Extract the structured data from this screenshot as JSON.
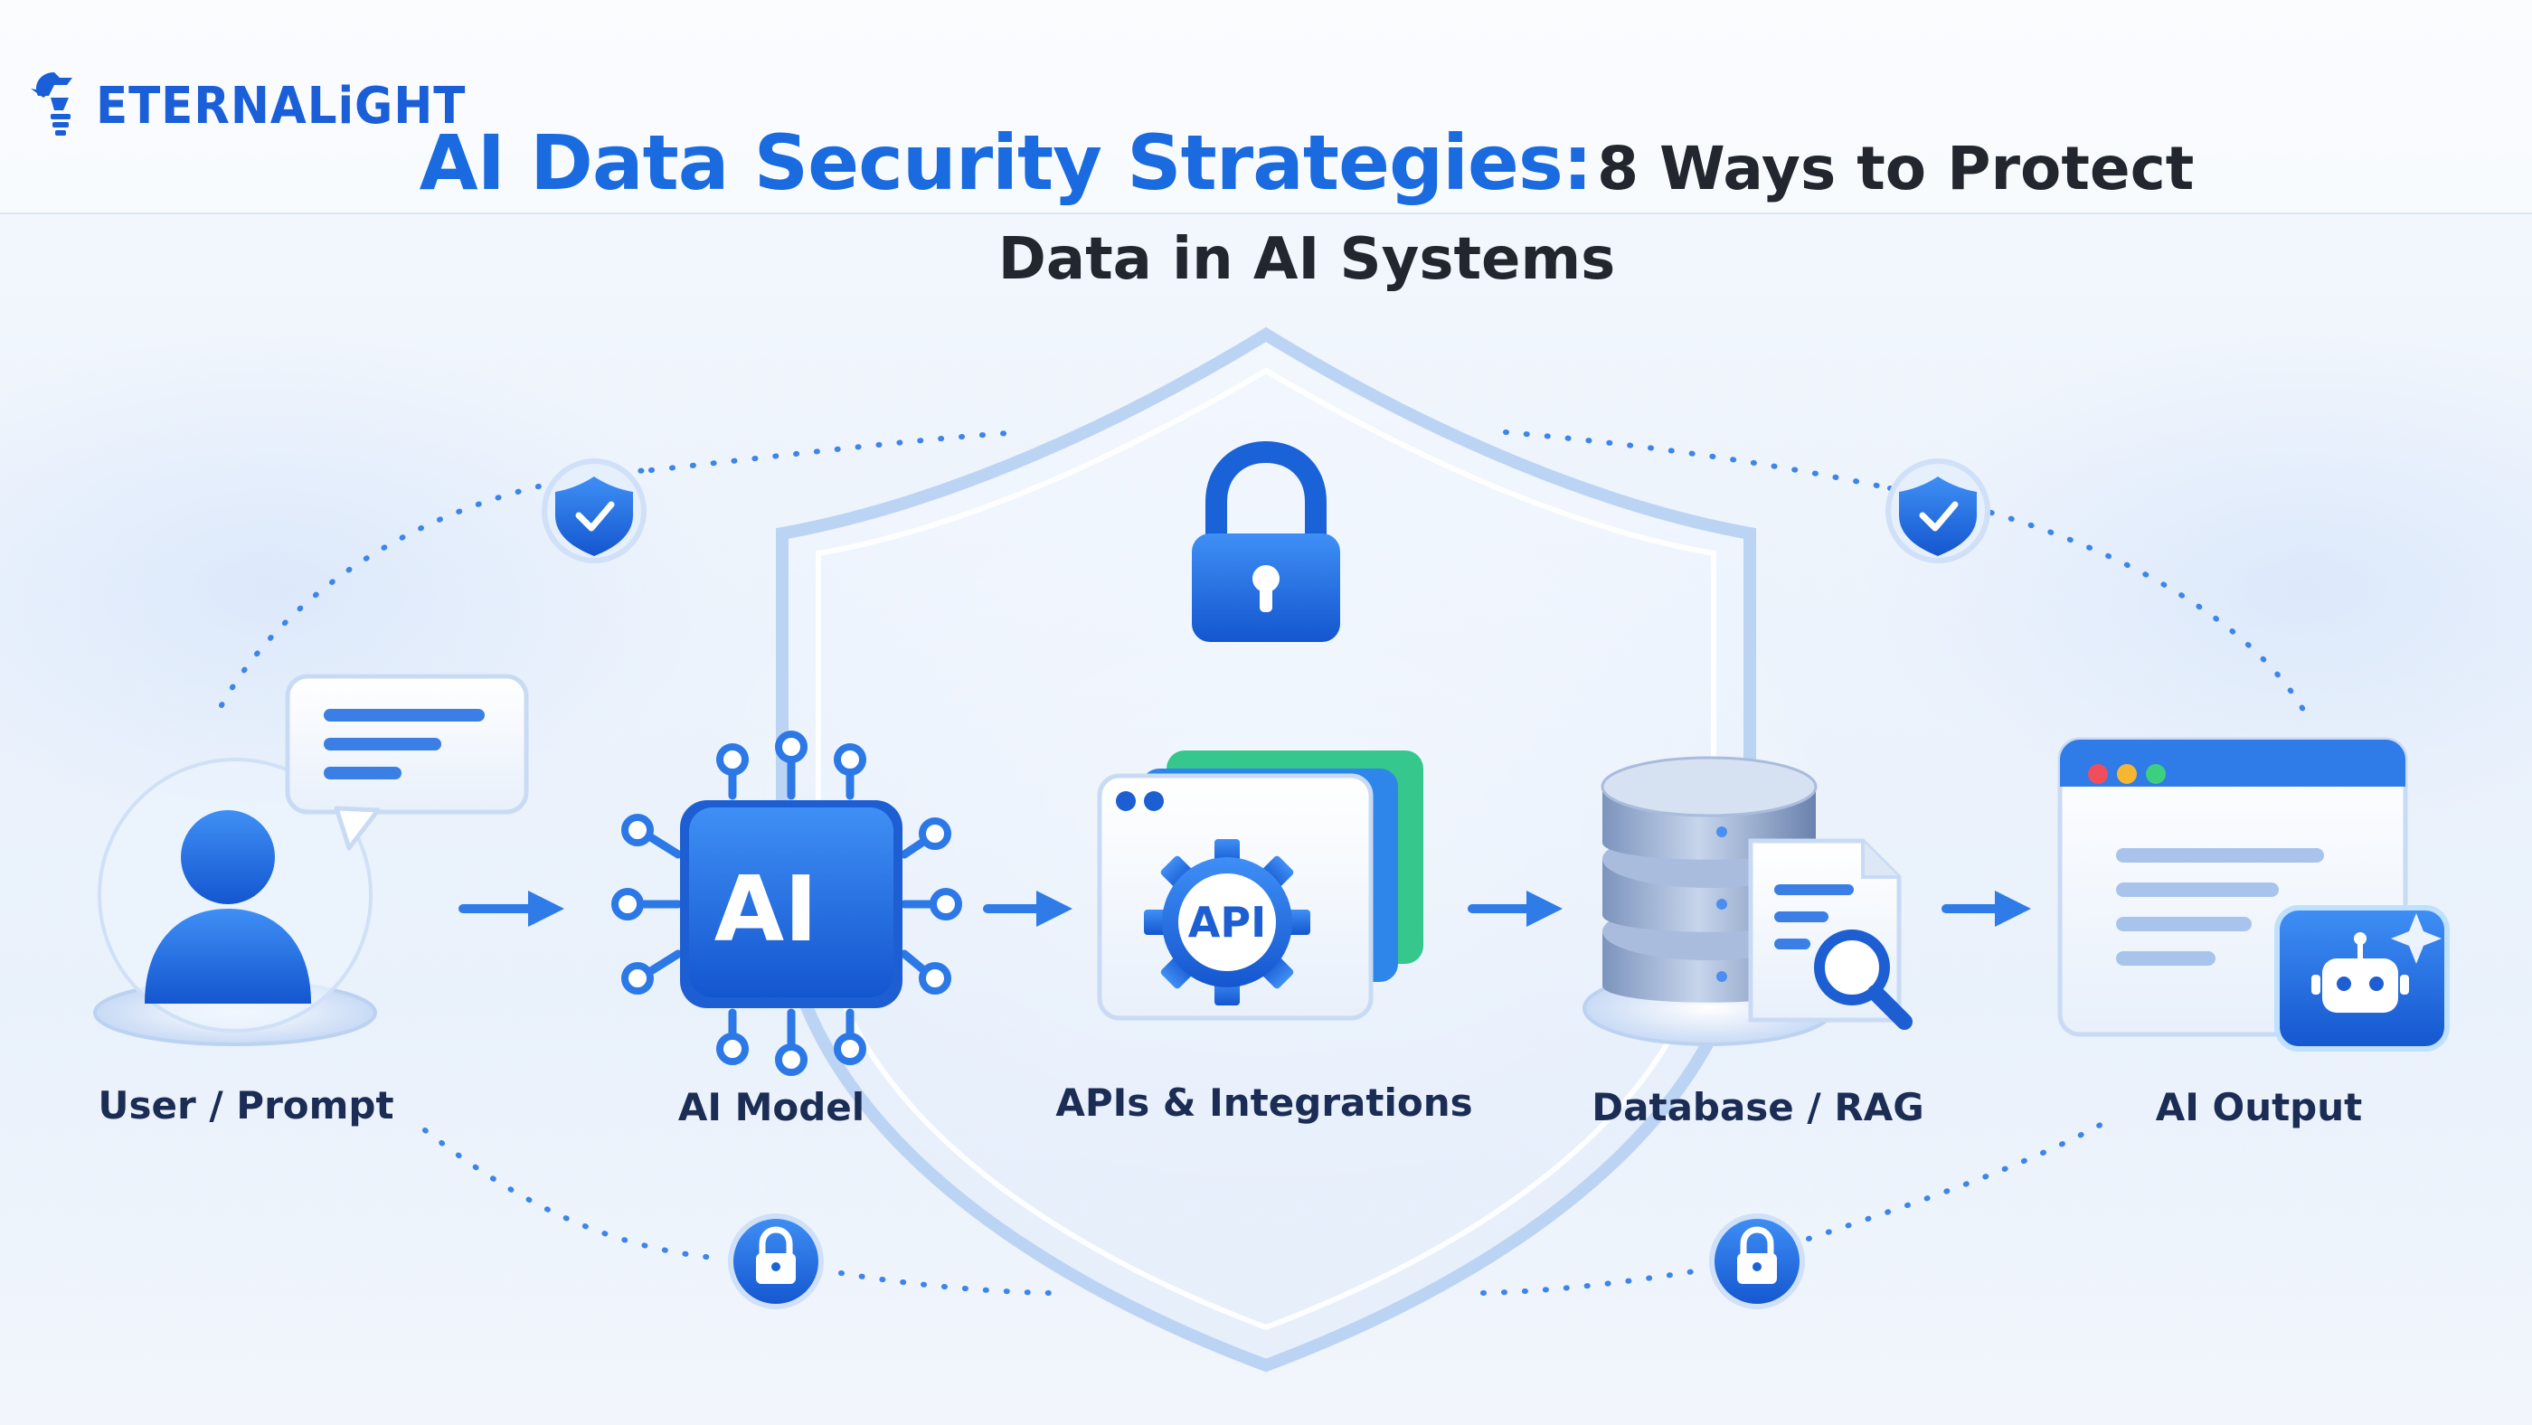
{
  "brand": {
    "name": "ETERNALiGHT",
    "color": "#1a5fd8"
  },
  "title": {
    "highlight": "AI Data Security Strategies:",
    "rest": "8 Ways to Protect",
    "line2": "Data in AI Systems",
    "highlight_color": "#1a6ae0"
  },
  "diagram": {
    "nodes": [
      {
        "id": "user",
        "label": "User / Prompt",
        "icon": "user-chat-icon"
      },
      {
        "id": "model",
        "label": "AI Model",
        "icon": "ai-chip-icon",
        "chip_text": "AI"
      },
      {
        "id": "api",
        "label": "APIs & Integrations",
        "icon": "api-gear-icon",
        "badge_text": "API"
      },
      {
        "id": "db",
        "label": "Database / RAG",
        "icon": "database-search-icon"
      },
      {
        "id": "output",
        "label": "AI Output",
        "icon": "browser-robot-icon"
      }
    ],
    "decorations": [
      "shield-icon",
      "padlock-icon",
      "shield-check-icon",
      "small-lock-icon"
    ]
  }
}
